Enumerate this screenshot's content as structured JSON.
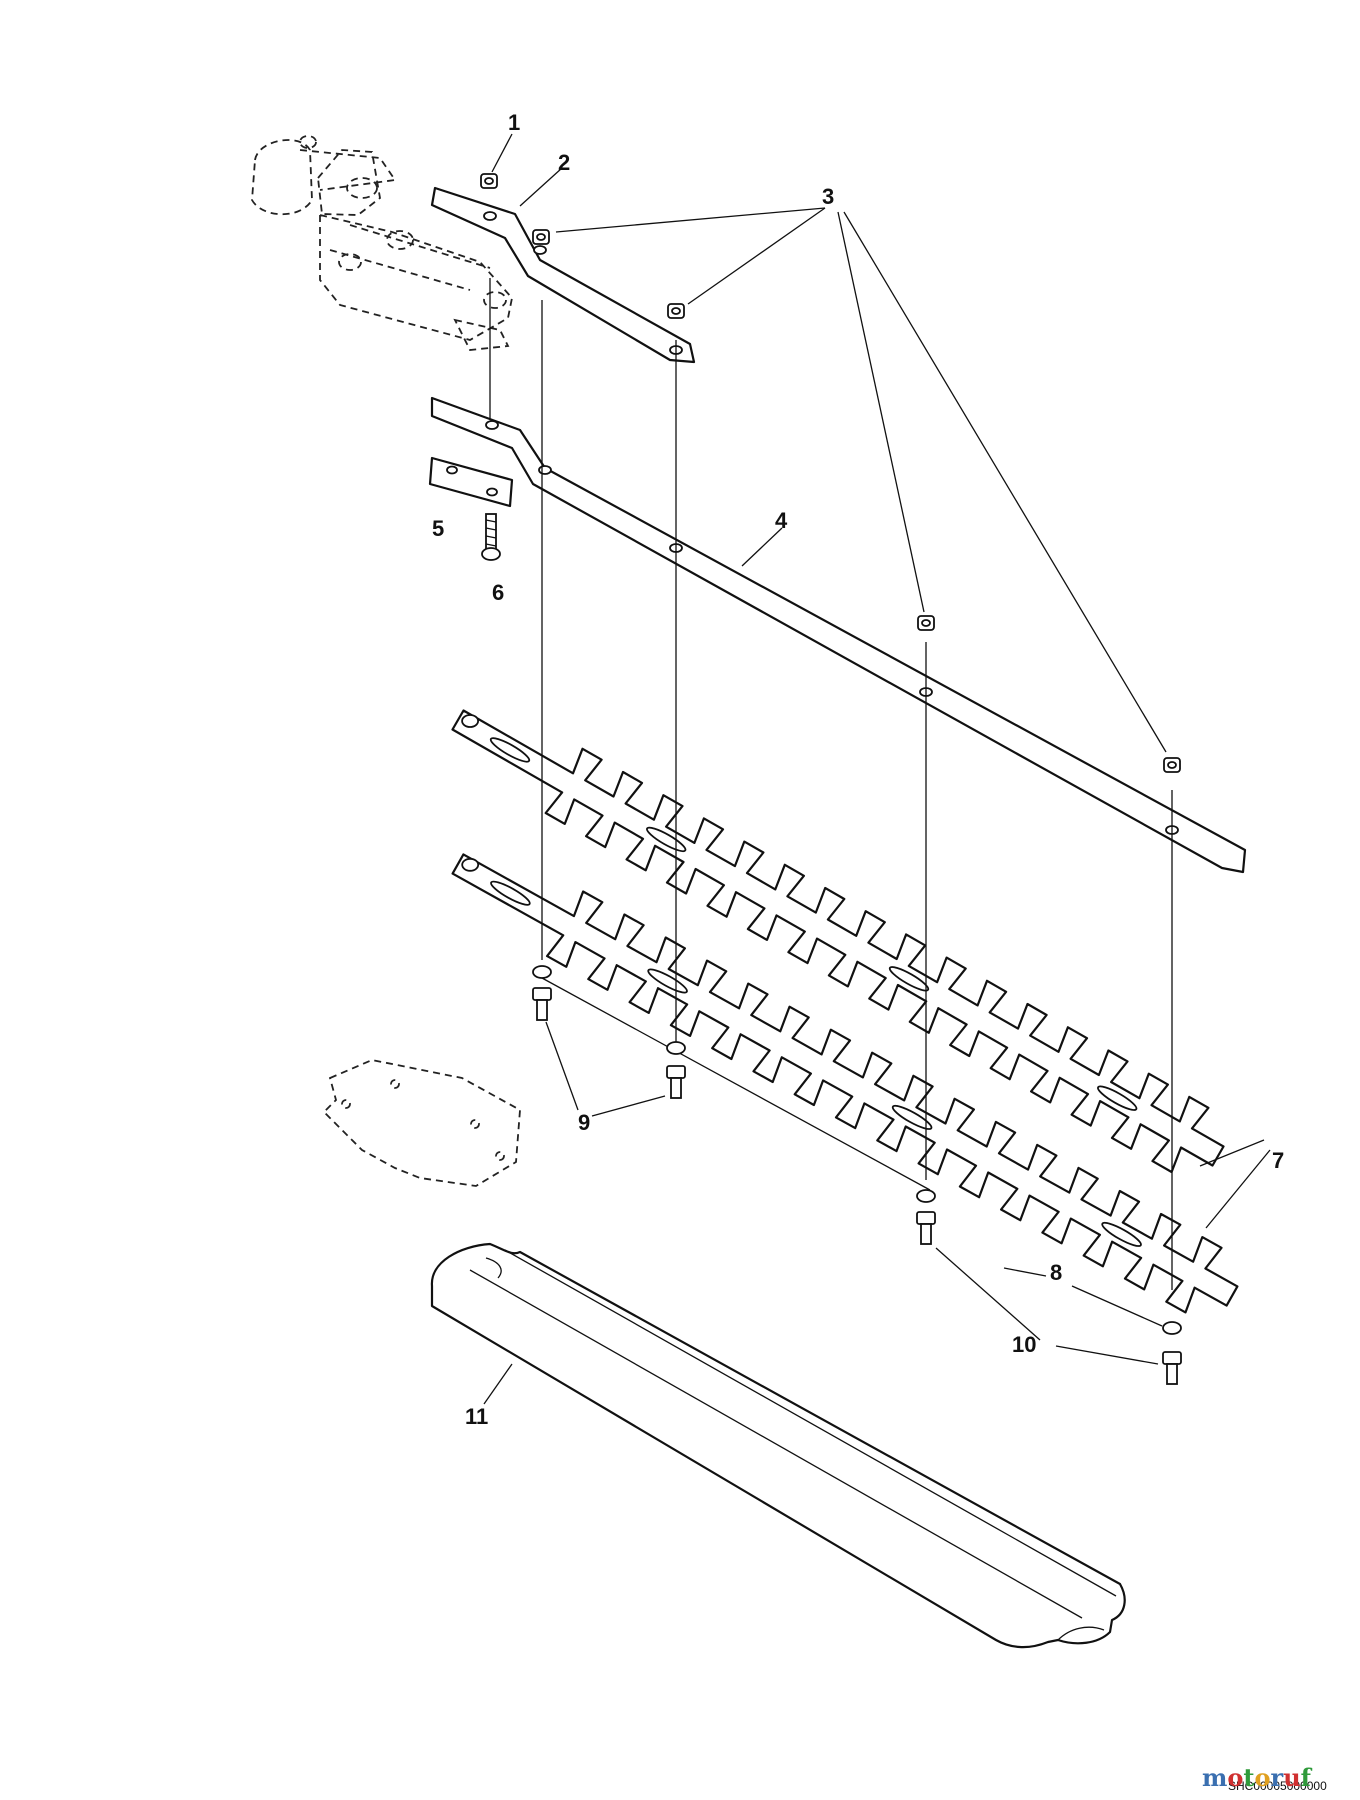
{
  "callouts": {
    "c1": "1",
    "c2": "2",
    "c3": "3",
    "c4": "4",
    "c5": "5",
    "c6": "6",
    "c7": "7",
    "c8": "8",
    "c9": "9",
    "c10": "10",
    "c11": "11"
  },
  "drawing_code": "SHC00005000000",
  "logo": {
    "text": "motoruf",
    "colors": [
      "#3a6fb0",
      "#d03030",
      "#2f9a3a",
      "#e0a020",
      "#3a6fb0",
      "#d03030",
      "#2f9a3a"
    ]
  },
  "colors": {
    "line": "#111111",
    "background": "#ffffff"
  }
}
